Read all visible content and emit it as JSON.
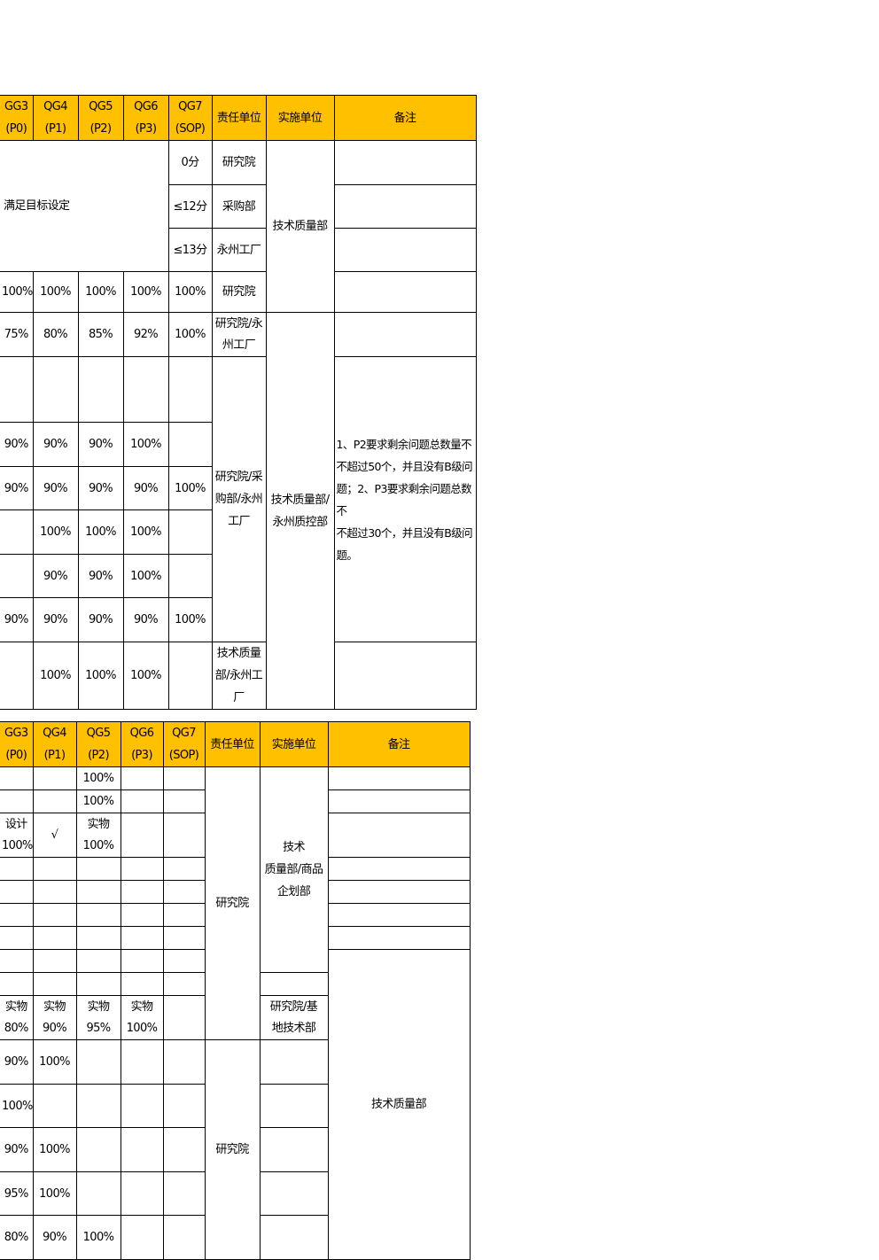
{
  "table1": {
    "headers": [
      "GG3\n(P0)",
      "QG4\n(P1)",
      "QG5\n(P2)",
      "QG6\n(P3)",
      "QG7\n(SOP)",
      "责任单位",
      "实施单位",
      "备注"
    ],
    "score_target": "满足目标设定",
    "scores": [
      "0分",
      "≤12分",
      "≤13分"
    ],
    "score_resp": [
      "研究院",
      "采购部",
      "永州工厂"
    ],
    "impl_1": "技术质量部",
    "row_pct_1": [
      "100%",
      "100%",
      "100%",
      "100%",
      "100%"
    ],
    "row_pct_1_resp": "研究院",
    "row_pct_2": [
      "75%",
      "80%",
      "85%",
      "92%",
      "100%"
    ],
    "row_pct_2_resp": "研究院/永\n州工厂",
    "row_a": [
      "90%",
      "90%",
      "90%",
      "100%"
    ],
    "row_b": [
      "90%",
      "90%",
      "90%",
      "90%",
      "100%"
    ],
    "row_c": [
      "100%",
      "100%",
      "100%"
    ],
    "row_d": [
      "90%",
      "90%",
      "100%"
    ],
    "row_e": [
      "90%",
      "90%",
      "90%",
      "90%",
      "100%"
    ],
    "row_f": [
      "100%",
      "100%",
      "100%"
    ],
    "resp_multi": "研究院/采\n购部/永州\n工厂",
    "resp_last": "技术质量\n部/永州工\n厂",
    "impl_2": "技术质量部/\n永州质控部",
    "remark": "1、P2要求剩余问题总数量不不超过50个，并且没有B级问题；2、P3要求剩余问题总数不\n不超过30个，并且没有B级问题。"
  },
  "table2": {
    "headers": [
      "GG3\n(P0)",
      "QG4\n(P1)",
      "QG5\n(P2)",
      "QG6\n(P3)",
      "QG7\n(SOP)",
      "责任单位",
      "实施单位",
      "备注"
    ],
    "r1_p2": "100%",
    "r2_p2": "100%",
    "r3": [
      "设计\n100%",
      "√",
      "实物\n100%"
    ],
    "resp_1": "研究院",
    "impl_1": "技术\n质量部/商品\n企划部",
    "r4": [
      "实物\n80%",
      "实物\n90%",
      "实物\n95%",
      "实物\n100%"
    ],
    "resp_2": "研究院/基\n地技术部",
    "r5": [
      "90%",
      "100%"
    ],
    "r6": [
      "100%"
    ],
    "r7": [
      "90%",
      "100%"
    ],
    "r8": [
      "95%",
      "100%"
    ],
    "r9": [
      "80%",
      "90%",
      "100%"
    ],
    "resp_3": "研究院",
    "impl_2": "技术质量部"
  }
}
